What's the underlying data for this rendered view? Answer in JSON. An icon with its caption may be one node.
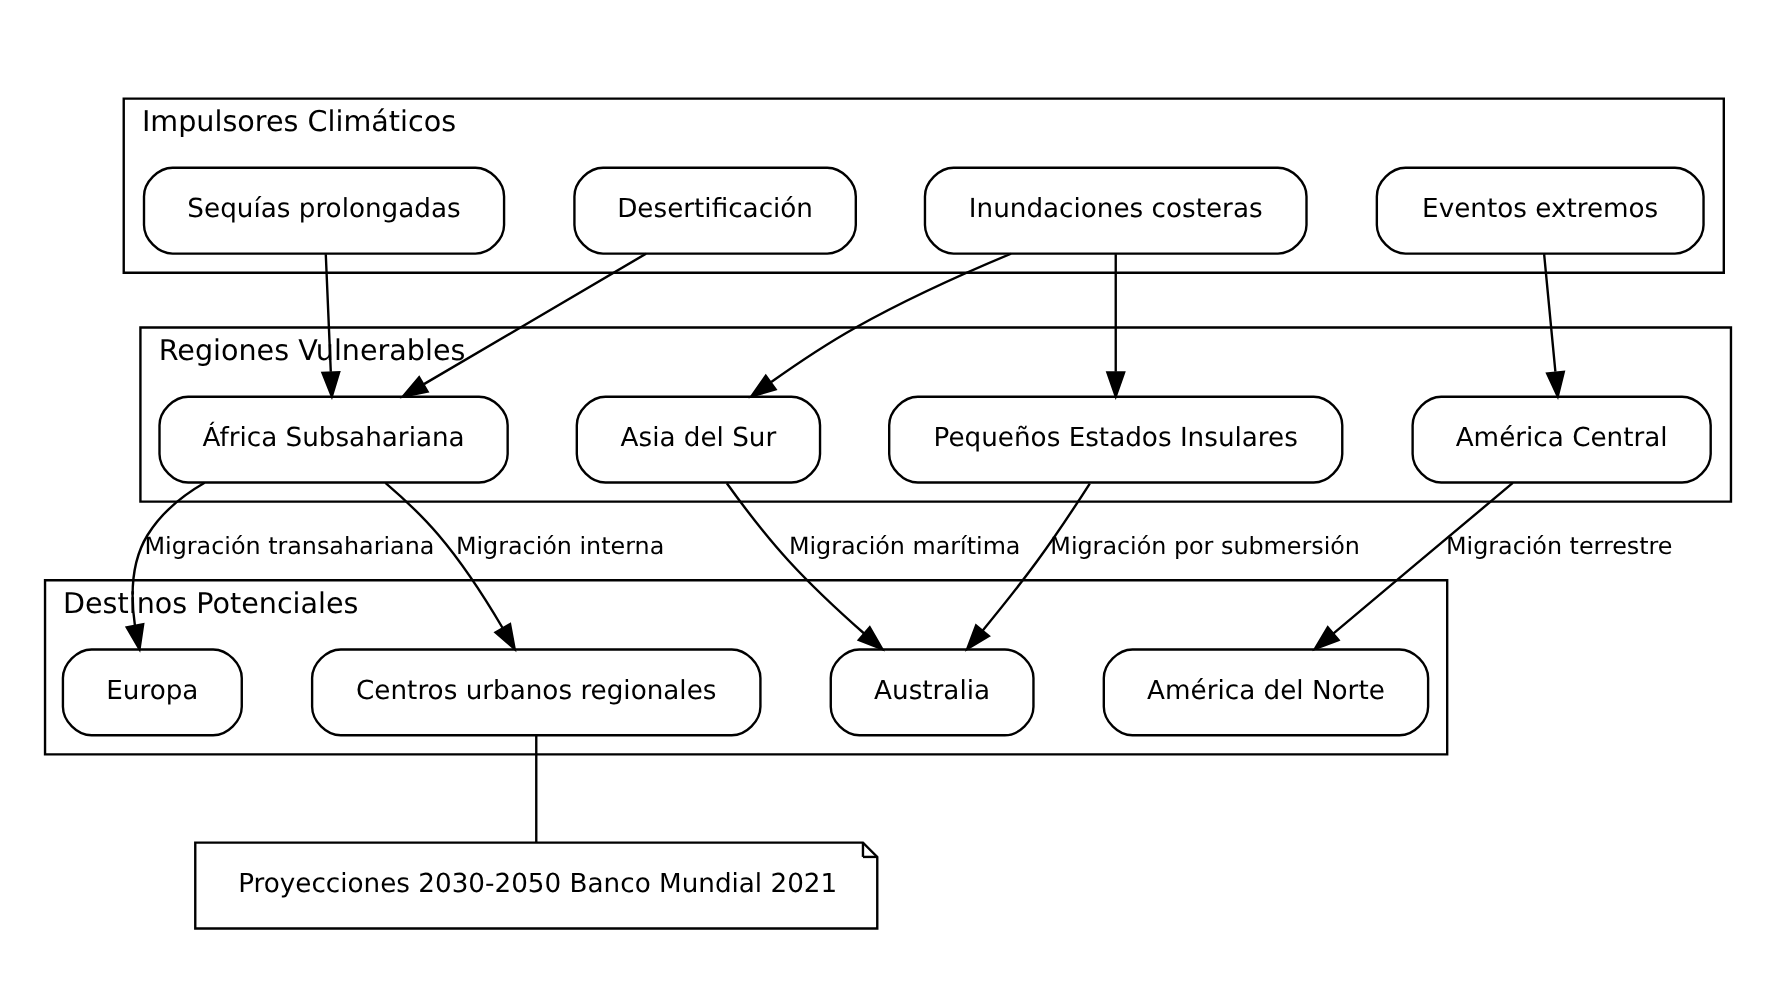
{
  "diagram": {
    "nodes": [
      {
        "text": [
          "Impulsores Climáticos"
        ]
      },
      {
        "text": [
          "Sequías prolongadas"
        ],
        "in": 0
      },
      {
        "text": [
          "Desertificación"
        ],
        "in": 0
      },
      {
        "text": [
          "Inundaciones costeras"
        ],
        "in": 0
      },
      {
        "text": [
          "Eventos extremos"
        ],
        "in": 0
      },
      {
        "text": [
          "Regiones Vulnerables"
        ]
      },
      {
        "text": [
          "África Subsahariana"
        ],
        "in": 5
      },
      {
        "text": [
          "Asia del Sur"
        ],
        "in": 5
      },
      {
        "text": [
          "Pequeños Estados Insulares"
        ],
        "in": 5
      },
      {
        "text": [
          "América Central"
        ],
        "in": 5
      },
      {
        "text": [
          "Destinos Potenciales"
        ]
      },
      {
        "text": [
          "Europa"
        ],
        "in": 10
      },
      {
        "text": [
          "Centros urbanos regionales"
        ],
        "in": 10
      },
      {
        "text": [
          "Australia"
        ],
        "in": 10
      },
      {
        "text": [
          "América del Norte"
        ],
        "in": 10
      },
      {
        "text": [
          "Proyecciones 2030-2050 Banco Mundial 2021"
        ]
      }
    ],
    "edges": [
      {
        "from": 1,
        "to": 6,
        "arrow": "to"
      },
      {
        "from": 2,
        "to": 6,
        "arrow": "to"
      },
      {
        "from": 3,
        "to": 7,
        "arrow": "to"
      },
      {
        "from": 3,
        "to": 8,
        "arrow": "to"
      },
      {
        "from": 4,
        "to": 9,
        "arrow": "to"
      },
      {
        "from": 6,
        "to": 11,
        "arrow": "to",
        "label": "Migración transahariana"
      },
      {
        "from": 6,
        "to": 12,
        "arrow": "to",
        "label": "Migración interna"
      },
      {
        "from": 7,
        "to": 13,
        "arrow": "to",
        "label": "Migración marítima"
      },
      {
        "from": 8,
        "to": 13,
        "arrow": "to",
        "label": "Migración por submersión"
      },
      {
        "from": 9,
        "to": 14,
        "arrow": "to",
        "label": "Migración terrestre"
      },
      {
        "from": 12,
        "to": 15,
        "arrow": "none"
      }
    ]
  }
}
